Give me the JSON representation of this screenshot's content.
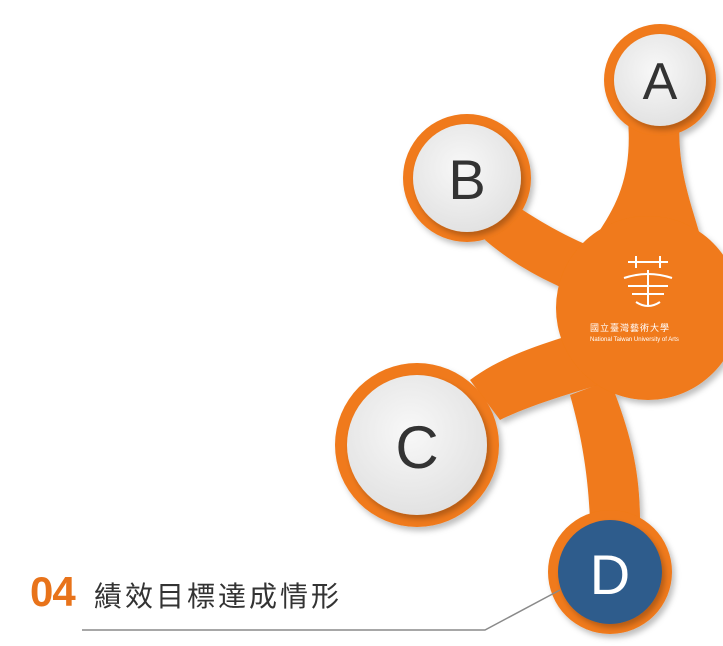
{
  "colors": {
    "orange": "#f07a1a",
    "orange_edge": "#d5600c",
    "circle_fill": "#eeeeee",
    "node_d_fill": "#2f5b8c",
    "text_dark": "#333333",
    "accent_number": "#e8731a",
    "line": "#8a8a8a"
  },
  "diagram": {
    "nodes": [
      {
        "id": "a",
        "label": "A"
      },
      {
        "id": "b",
        "label": "B"
      },
      {
        "id": "c",
        "label": "C"
      },
      {
        "id": "d",
        "label": "D"
      }
    ],
    "hub_logo": {
      "icon": "university-emblem-icon",
      "name_cn": "國立臺灣藝術大學",
      "name_en": "National Taiwan University of Arts"
    }
  },
  "section": {
    "number": "04",
    "title": "績效目標達成情形"
  }
}
